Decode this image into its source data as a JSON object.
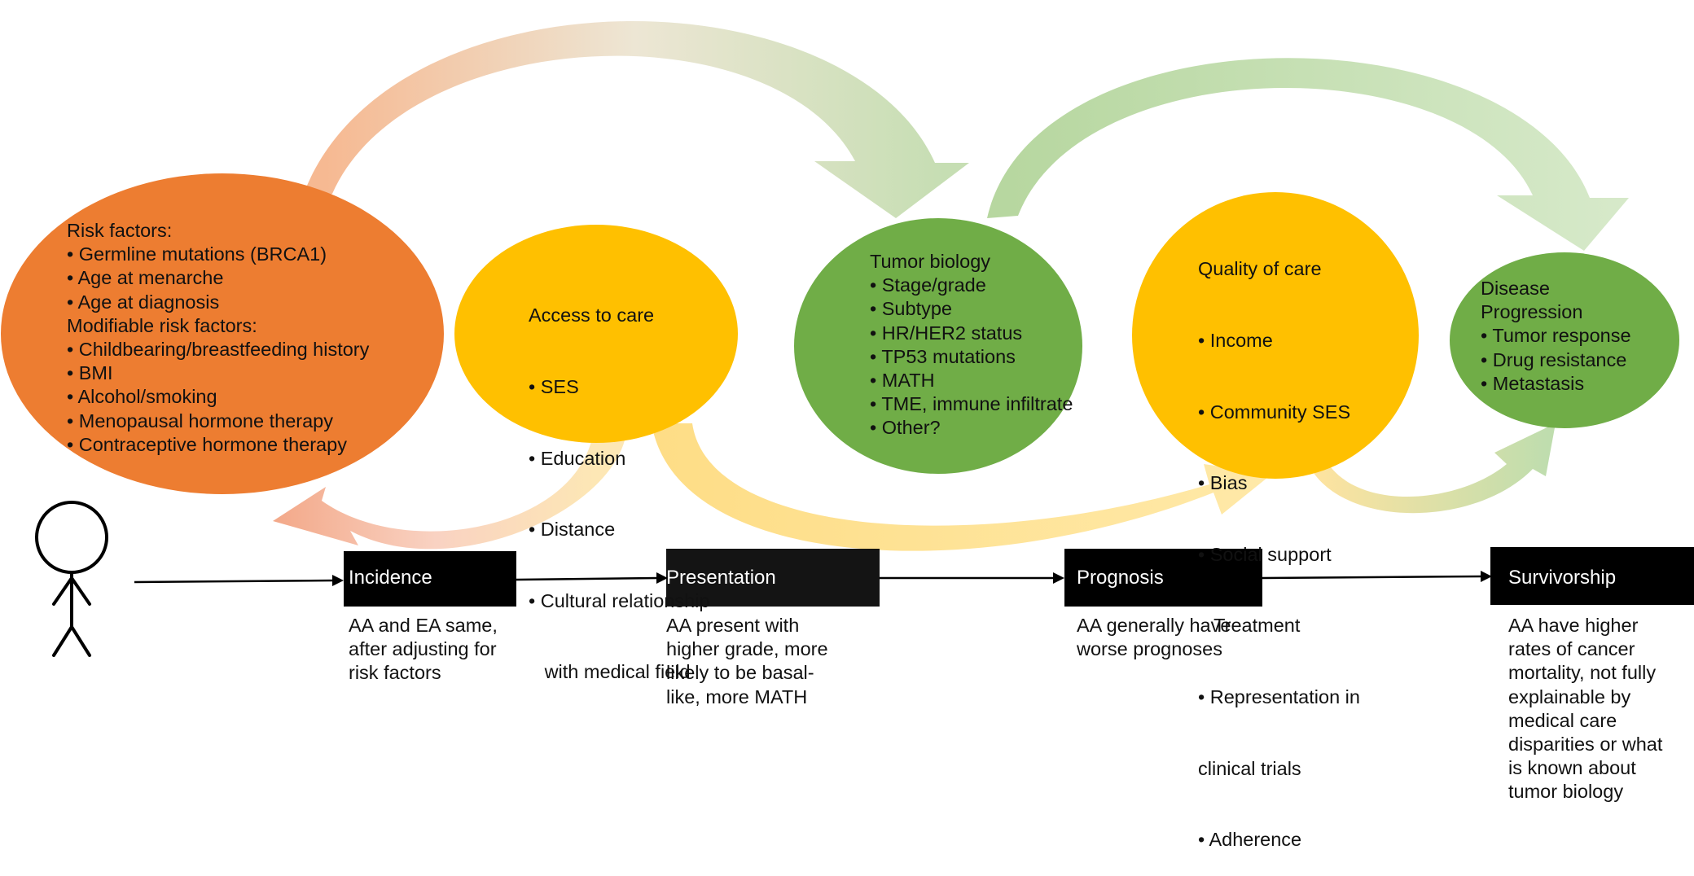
{
  "colors": {
    "orange": "#ED7D31",
    "yellow": "#FFC000",
    "green": "#70AD47",
    "black": "#000000"
  },
  "nodes": {
    "risk": {
      "lines": [
        "Risk factors:",
        "• Germline mutations (BRCA1)",
        "• Age at menarche",
        "• Age at diagnosis",
        "Modifiable risk factors:",
        "• Childbearing/breastfeeding history",
        "• BMI",
        "• Alcohol/smoking",
        "• Menopausal hormone therapy",
        "• Contraceptive hormone therapy"
      ]
    },
    "access": {
      "lines": [
        "Access to care",
        "• SES",
        "• Education",
        "• Distance",
        "• Cultural relationship",
        "   with medical field"
      ]
    },
    "tumor": {
      "lines": [
        "Tumor biology",
        "• Stage/grade",
        "• Subtype",
        "• HR/HER2 status",
        "• TP53 mutations",
        "• MATH",
        "• TME, immune infiltrate",
        "• Other?"
      ]
    },
    "quality": {
      "lines": [
        "Quality of care",
        "• Income",
        "• Community SES",
        "• Bias",
        "• Social support",
        "   Treatment",
        "• Representation in",
        "clinical trials",
        "• Adherence"
      ]
    },
    "progression": {
      "lines": [
        "Disease",
        "Progression",
        "• Tumor response",
        "• Drug resistance",
        "• Metastasis"
      ]
    }
  },
  "stages": [
    {
      "label": "Incidence",
      "description": [
        "AA and EA same,",
        "after adjusting for",
        "risk factors"
      ]
    },
    {
      "label": "Presentation",
      "description": [
        "AA present with",
        "higher grade, more",
        "likely to be basal-",
        "like, more MATH"
      ]
    },
    {
      "label": "Prognosis",
      "description": [
        "AA generally have",
        "worse prognoses"
      ]
    },
    {
      "label": "Survivorship",
      "description": [
        "AA have higher",
        "rates of cancer",
        "mortality, not fully",
        "explainable by",
        "medical care",
        "disparities or what",
        "is known about",
        "tumor biology"
      ]
    }
  ]
}
